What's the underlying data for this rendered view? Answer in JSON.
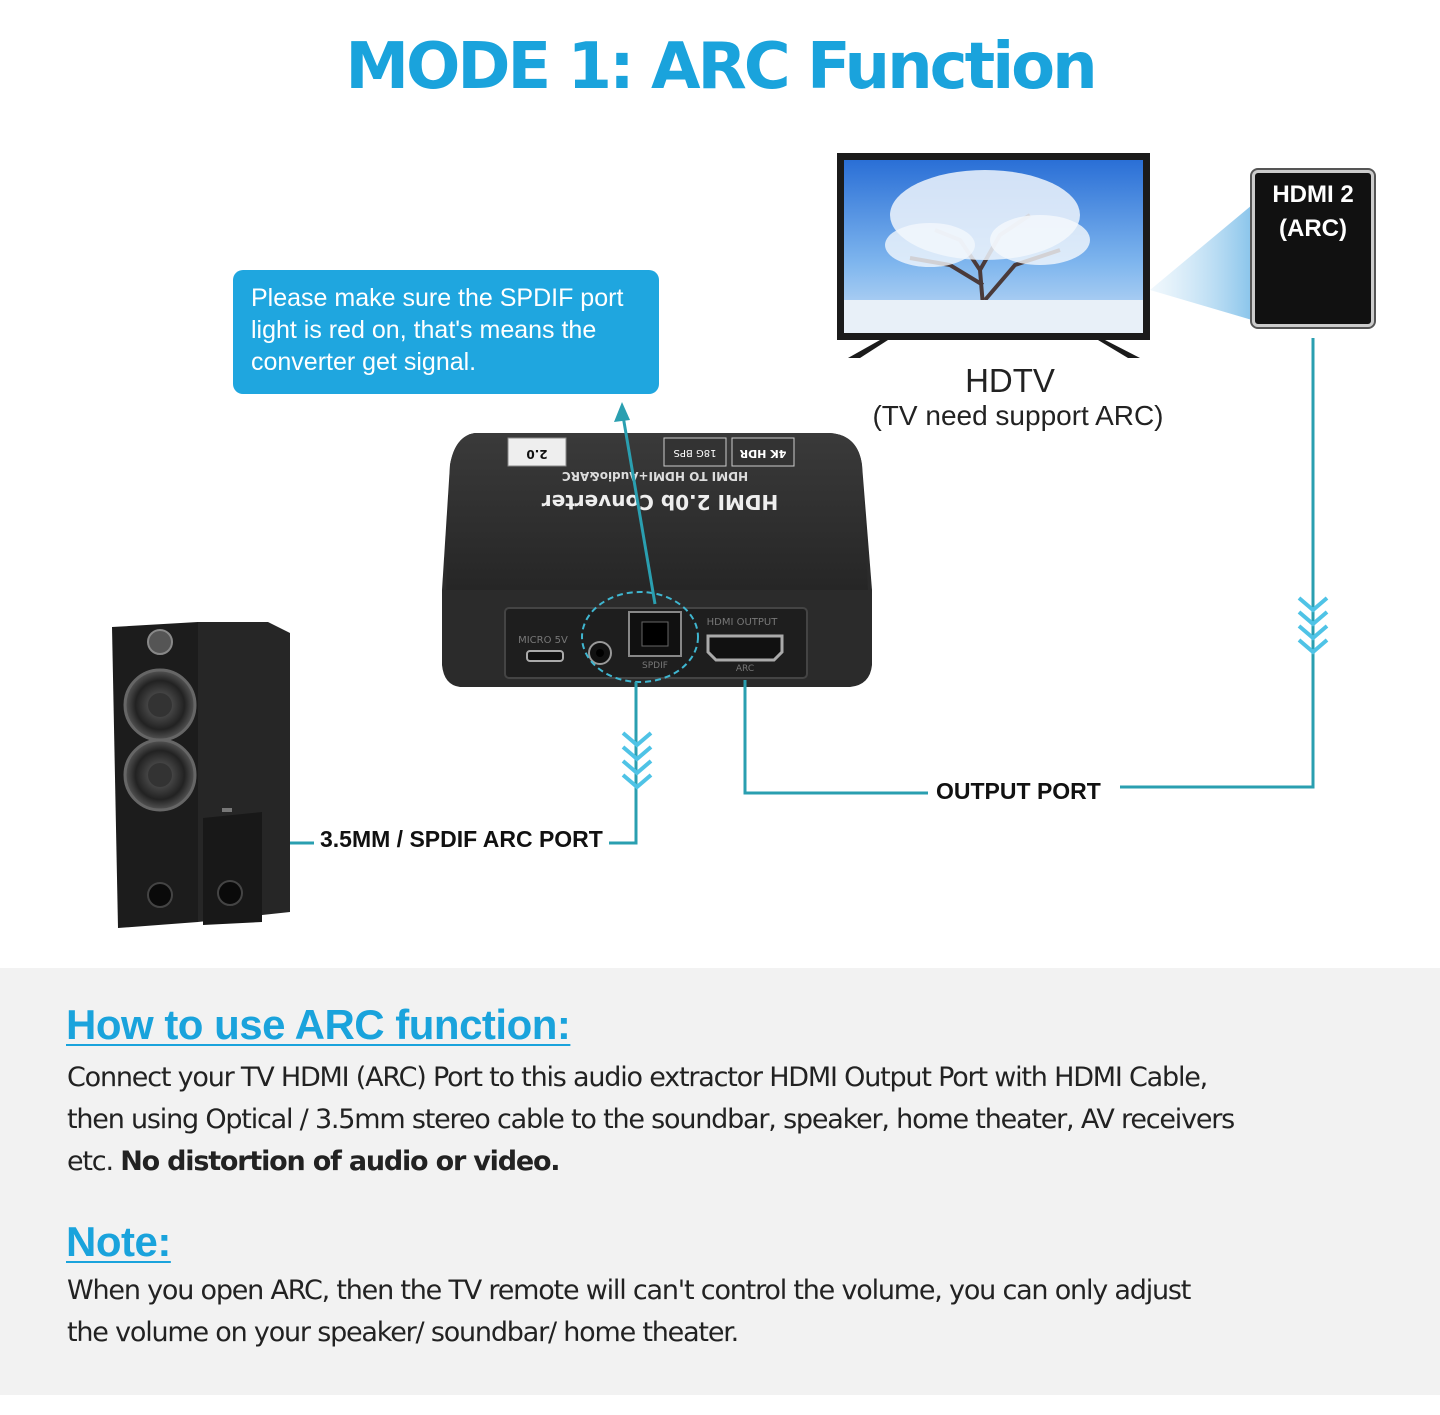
{
  "title": "MODE 1:  ARC Function",
  "callout": {
    "line1": "Please make sure the SPDIF port",
    "line2": "light is red on, that's means the",
    "line3": "converter get signal."
  },
  "hdtv": {
    "label": "HDTV",
    "sub": "(TV need support ARC)"
  },
  "hdmi_port": {
    "line1": "HDMI 2",
    "line2": "(ARC)"
  },
  "device": {
    "top_text1": "HDMI 2.0b Converter",
    "top_text2": "HDMI TO HDMI+Audio&ARC",
    "badge1": "4K HDR",
    "badge2": "18G BPS",
    "badge3": "2.0",
    "port_micro": "MICRO 5V",
    "port_spdif": "SPDIF",
    "port_hdmi_out": "HDMI OUTPUT",
    "port_arc": "ARC"
  },
  "labels": {
    "output_port": "OUTPUT PORT",
    "spdif_port": "3.5MM / SPDIF ARC PORT"
  },
  "how_to": {
    "heading": "How to use ARC function:",
    "line1": "Connect your TV HDMI (ARC) Port to this audio extractor HDMI Output Port with HDMI Cable,",
    "line2": " then using Optical / 3.5mm stereo cable to the soundbar, speaker, home theater, AV receivers",
    "line3_a": "etc. ",
    "line3_b": "No distortion of audio or video."
  },
  "note": {
    "heading": "Note:",
    "line1": "When you open ARC, then the TV remote will can't control the volume, you can only adjust",
    "line2": "the volume on your speaker/ soundbar/ home theater."
  },
  "colors": {
    "accent": "#1aa3dc",
    "connector": "#2a9fb0",
    "bottom_bg": "#f2f2f2"
  }
}
